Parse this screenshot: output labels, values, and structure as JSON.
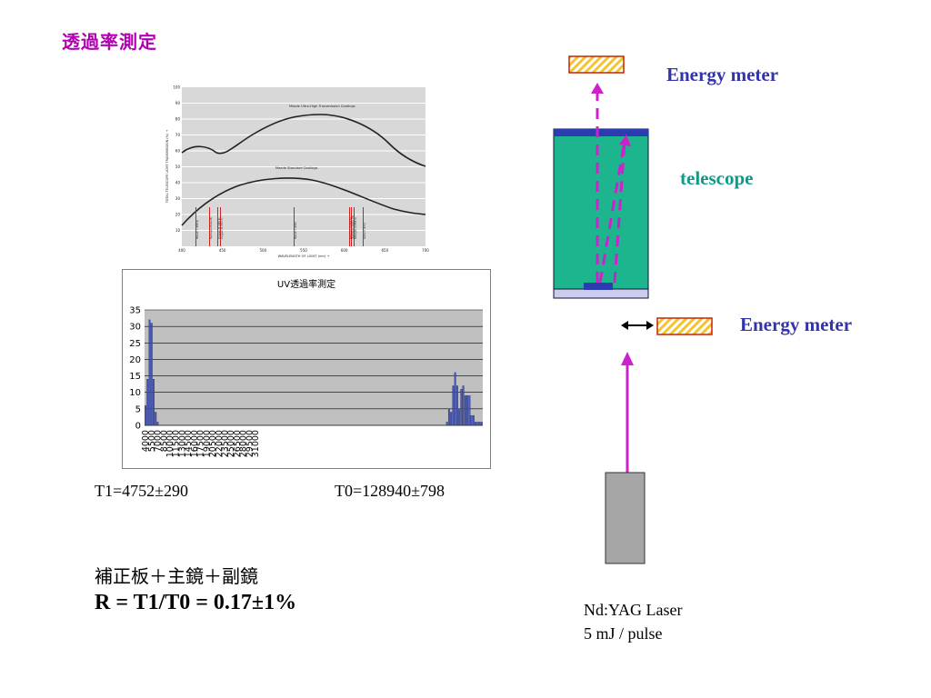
{
  "slide": {
    "title": "透過率測定",
    "t1": "T1=4752±290",
    "t0": "T0=128940±798",
    "config": "補正板＋主鏡＋副鏡",
    "formula": "R = T1/T0 = 0.17±1%"
  },
  "diagram": {
    "energy_meter_top": "Energy meter",
    "telescope": "telescope",
    "energy_meter_side": "Energy meter",
    "laser_line1": "Nd:YAG Laser",
    "laser_line2": "5 mJ / pulse",
    "colors": {
      "telescope_body": "#1db58e",
      "telescope_cap": "#2b3cb0",
      "beam": "#cc22cc",
      "laser_body": "#a6a6a6"
    }
  },
  "transmission_graph": {
    "ytitle": "TOTAL TELESCOPE LIGHT TRANSMISSION (%) →",
    "xtitle": "WAVELENGTH OF LIGHT (nm) →",
    "upper_curve_label": "Meade Ultra-High Transmission Coatings",
    "lower_curve_label": "Meade Standard Coatings",
    "y_ticks": [
      "100",
      "90",
      "80",
      "70",
      "60",
      "50",
      "40",
      "30",
      "20",
      "10"
    ],
    "x_ticks": [
      "400",
      "450",
      "500",
      "550",
      "600",
      "650",
      "700"
    ],
    "markers": [
      "Helium I (388.9)",
      "Hydrogen Beta (H)",
      "Oxygen III (495.9)",
      "Oxygen III (500.7)",
      "Helium I (588)",
      "Nitrogen II (654.8)",
      "Hydrogen Alpha (H)",
      "Nitrogen II (658.3)",
      "Sulfur II (672)"
    ]
  },
  "chart_data": {
    "type": "bar",
    "title": "UV透過率測定",
    "xlabel": "",
    "ylabel": "",
    "ylim": [
      0,
      35
    ],
    "y_ticks": [
      0,
      5,
      10,
      15,
      20,
      25,
      30,
      35
    ],
    "x_tick_labels": [
      "4000",
      "5500",
      "7000",
      "8500",
      "10000",
      "11500",
      "13000",
      "14500",
      "16000",
      "17500",
      "19000",
      "20500",
      "22000",
      "23500",
      "25000",
      "26500",
      "28000",
      "29500",
      "31000"
    ],
    "x_start": 4000,
    "x_step": 500,
    "grid": true,
    "values": [
      6,
      14,
      32,
      31,
      14,
      4,
      1,
      0,
      0,
      0,
      0,
      0,
      0,
      0,
      0,
      0,
      0,
      0,
      0,
      0,
      0,
      0,
      0,
      0,
      0,
      0,
      0,
      0,
      0,
      0,
      0,
      0,
      0,
      0,
      0,
      0,
      0,
      0,
      0,
      0,
      0,
      0,
      0,
      0,
      0,
      0,
      0,
      0,
      0,
      0,
      0,
      0,
      0,
      0,
      0,
      0,
      0,
      0,
      0,
      0,
      0,
      0,
      0,
      0,
      0,
      0,
      0,
      0,
      0,
      0,
      0,
      0,
      0,
      0,
      0,
      0,
      0,
      0,
      0,
      0,
      0,
      0,
      0,
      0,
      0,
      0,
      0,
      0,
      0,
      0,
      0,
      0,
      0,
      0,
      0,
      0,
      0,
      0,
      0,
      0,
      0,
      0,
      0,
      0,
      0,
      0,
      0,
      0,
      0,
      0,
      0,
      0,
      0,
      0,
      0,
      0,
      0,
      0,
      0,
      0,
      0,
      0,
      0,
      0,
      0,
      0,
      0,
      0,
      0,
      0,
      0,
      0,
      0,
      0,
      0,
      0,
      0,
      0,
      0,
      0,
      0,
      0,
      0,
      0,
      0,
      0,
      0,
      0,
      1,
      5,
      4,
      12,
      16,
      12,
      5,
      11,
      12,
      9,
      9,
      9,
      3,
      3,
      1,
      1,
      1,
      1
    ]
  }
}
